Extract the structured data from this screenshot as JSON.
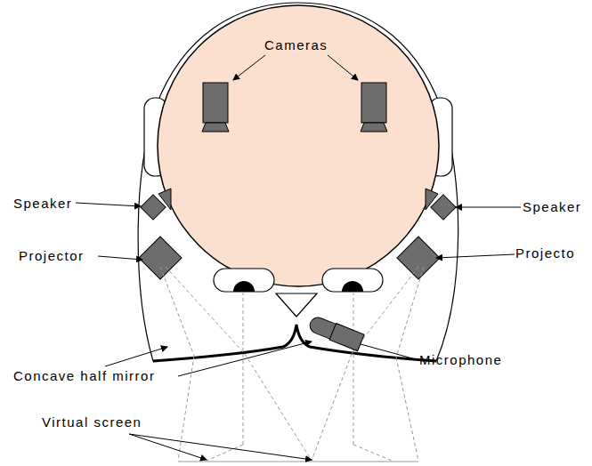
{
  "diagram": {
    "labels": [
      "Cameras",
      "Speaker",
      "Speaker",
      "Projector",
      "Projecto",
      "Concave half mirror",
      "Microphone",
      "Virtual screen"
    ]
  }
}
